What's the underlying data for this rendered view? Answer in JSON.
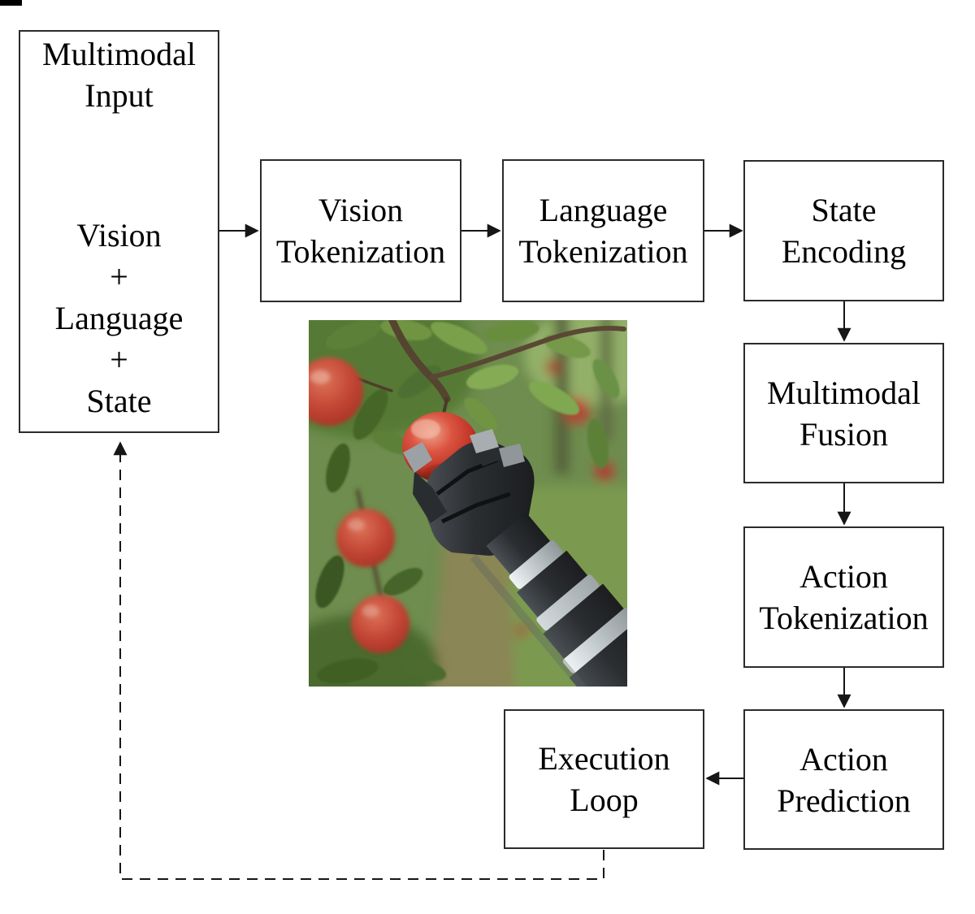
{
  "figure": {
    "colors": {
      "background": "#ffffff",
      "box_border": "#2b2b2b",
      "text": "#000000",
      "arrow": "#161616"
    },
    "nodes": [
      {
        "id": "multimodal-input",
        "title": [
          "Multimodal",
          "Input"
        ],
        "body": [
          "Vision",
          "+",
          "Language",
          "+",
          "State"
        ]
      },
      {
        "id": "vision-tokenization",
        "lines": [
          "Vision",
          "Tokenization"
        ]
      },
      {
        "id": "language-tokenization",
        "lines": [
          "Language",
          "Tokenization"
        ]
      },
      {
        "id": "state-encoding",
        "lines": [
          "State",
          "Encoding"
        ]
      },
      {
        "id": "multimodal-fusion",
        "lines": [
          "Multimodal",
          "Fusion"
        ]
      },
      {
        "id": "action-tokenization",
        "lines": [
          "Action",
          "Tokenization"
        ]
      },
      {
        "id": "action-prediction",
        "lines": [
          "Action",
          "Prediction"
        ]
      },
      {
        "id": "execution-loop",
        "lines": [
          "Execution",
          "Loop"
        ]
      }
    ],
    "edges": [
      {
        "from": "multimodal-input",
        "to": "vision-tokenization",
        "style": "solid"
      },
      {
        "from": "vision-tokenization",
        "to": "language-tokenization",
        "style": "solid"
      },
      {
        "from": "language-tokenization",
        "to": "state-encoding",
        "style": "solid"
      },
      {
        "from": "state-encoding",
        "to": "multimodal-fusion",
        "style": "solid"
      },
      {
        "from": "multimodal-fusion",
        "to": "action-tokenization",
        "style": "solid"
      },
      {
        "from": "action-tokenization",
        "to": "action-prediction",
        "style": "solid"
      },
      {
        "from": "action-prediction",
        "to": "execution-loop",
        "style": "solid"
      },
      {
        "from": "execution-loop",
        "to": "multimodal-input",
        "style": "dashed"
      }
    ],
    "photo": {
      "alt": "Black robotic gripper arm with silver bands picking a red apple from a leafy branch in a blurred apple orchard",
      "colors": {
        "foliage": "#6b8f45",
        "apple_red": "#c0392d",
        "arm_dark": "#27292c",
        "arm_silver": "#c3cacd",
        "grass": "#7b9a50",
        "branch": "#5a4834"
      }
    }
  }
}
